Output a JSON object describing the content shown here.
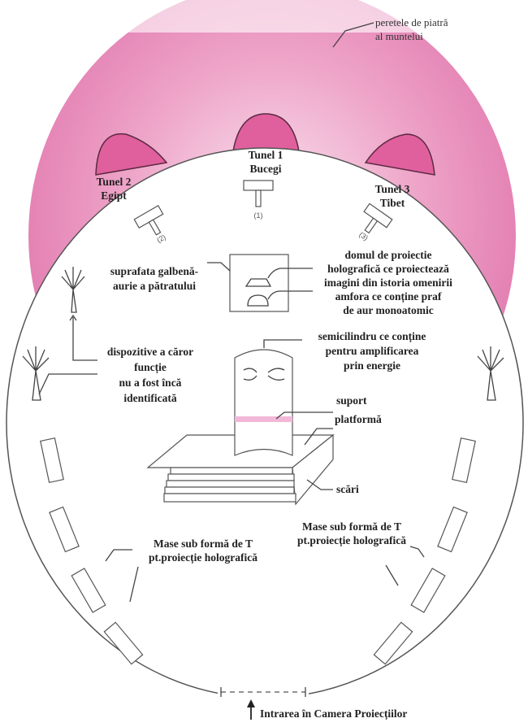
{
  "colors": {
    "pink": "#e0609e",
    "pink_light": "#f4c6dd",
    "line": "#444444"
  },
  "labels": {
    "mountain_wall": [
      "peretele de piatră",
      "al muntelui"
    ],
    "tunnel1": [
      "Tunel 1",
      "Bucegi"
    ],
    "tunnel2": [
      "Tunel 2",
      "Egipt"
    ],
    "tunnel3": [
      "Tunel 3",
      "Tibet"
    ],
    "tunnel_numbers": [
      "(1)",
      "(2)",
      "(3)"
    ],
    "golden_surface": [
      "suprafata galbenă-",
      "aurie a pătratului"
    ],
    "projection_dome": [
      "domul de proiectie",
      "holografică ce proiectează",
      "imagini din istoria omenirii"
    ],
    "amphora": [
      "amfora ce conține praf",
      "de aur monoatomic"
    ],
    "devices": [
      "dispozitive a căror",
      "funcție",
      "nu a fost încă",
      "identificată"
    ],
    "semicylinder": [
      "semicilindru ce conține",
      "pentru amplificarea",
      "prin energie"
    ],
    "support": "suport",
    "platform": "platformă",
    "stairs": "scări",
    "t_masses_left": [
      "Mase sub formă de T",
      "pt.proiecție holografică"
    ],
    "t_masses_right": [
      "Mase sub formă de T",
      "pt.proiecție holografică"
    ],
    "entrance": "Intrarea în Camera Proiecțiilor"
  }
}
